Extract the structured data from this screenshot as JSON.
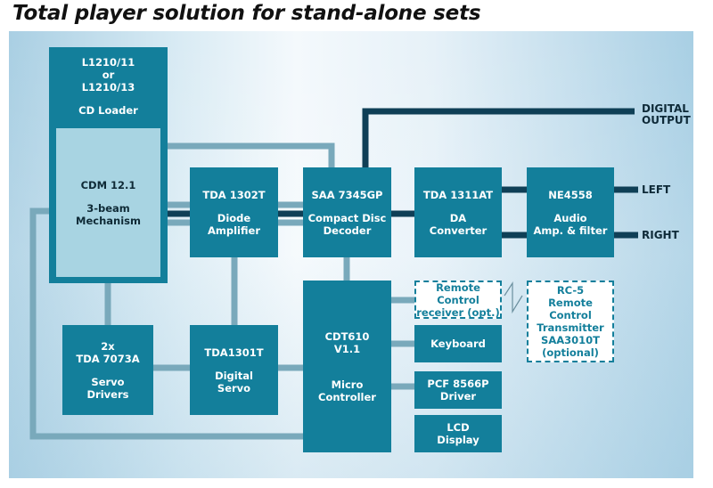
{
  "title": "Total player solution for stand-alone sets",
  "colors": {
    "block": "#137f9b",
    "inner_block": "#a8d4e2",
    "bus_dark": "#0f3f56",
    "bus_light": "#79a9bb",
    "dashed_border": "#137f9b"
  },
  "blocks": {
    "cd_loader": {
      "line1": "L1210/11",
      "line2": "or",
      "line3": "L1210/13",
      "name": "CD Loader"
    },
    "cdm": {
      "part": "CDM 12.1",
      "desc1": "3-beam",
      "desc2": "Mechanism"
    },
    "diode_amp": {
      "part": "TDA 1302T",
      "desc": "Diode Amplifier"
    },
    "decoder": {
      "part": "SAA 7345GP",
      "desc1": "Compact Disc",
      "desc2": "Decoder"
    },
    "da_converter": {
      "part": "TDA 1311AT",
      "desc1": "DA",
      "desc2": "Converter"
    },
    "audio_amp": {
      "part": "NE4558",
      "desc1": "Audio",
      "desc2": "Amp. & filter"
    },
    "servo_drivers": {
      "line1": "2x",
      "part": "TDA 7073A",
      "desc1": "Servo",
      "desc2": "Drivers"
    },
    "digital_servo": {
      "part": "TDA1301T",
      "desc1": "Digital",
      "desc2": "Servo"
    },
    "micro_controller": {
      "part": "CDT610",
      "version": "V1.1",
      "desc1": "Micro",
      "desc2": "Controller"
    },
    "remote_receiver": {
      "line1": "Remote Control",
      "line2": "receiver (opt.)"
    },
    "keyboard": {
      "name": "Keyboard"
    },
    "lcd_driver": {
      "part": "PCF 8566P",
      "desc": "Driver"
    },
    "lcd_display": {
      "line1": "LCD",
      "line2": "Display"
    },
    "rc5_transmitter": {
      "line1": "RC-5",
      "line2": "Remote Control",
      "line3": "Transmitter",
      "line4": "SAA3010T",
      "line5": "(optional)"
    }
  },
  "outputs": {
    "digital_line1": "DIGITAL",
    "digital_line2": "OUTPUT",
    "left": "LEFT",
    "right": "RIGHT"
  }
}
